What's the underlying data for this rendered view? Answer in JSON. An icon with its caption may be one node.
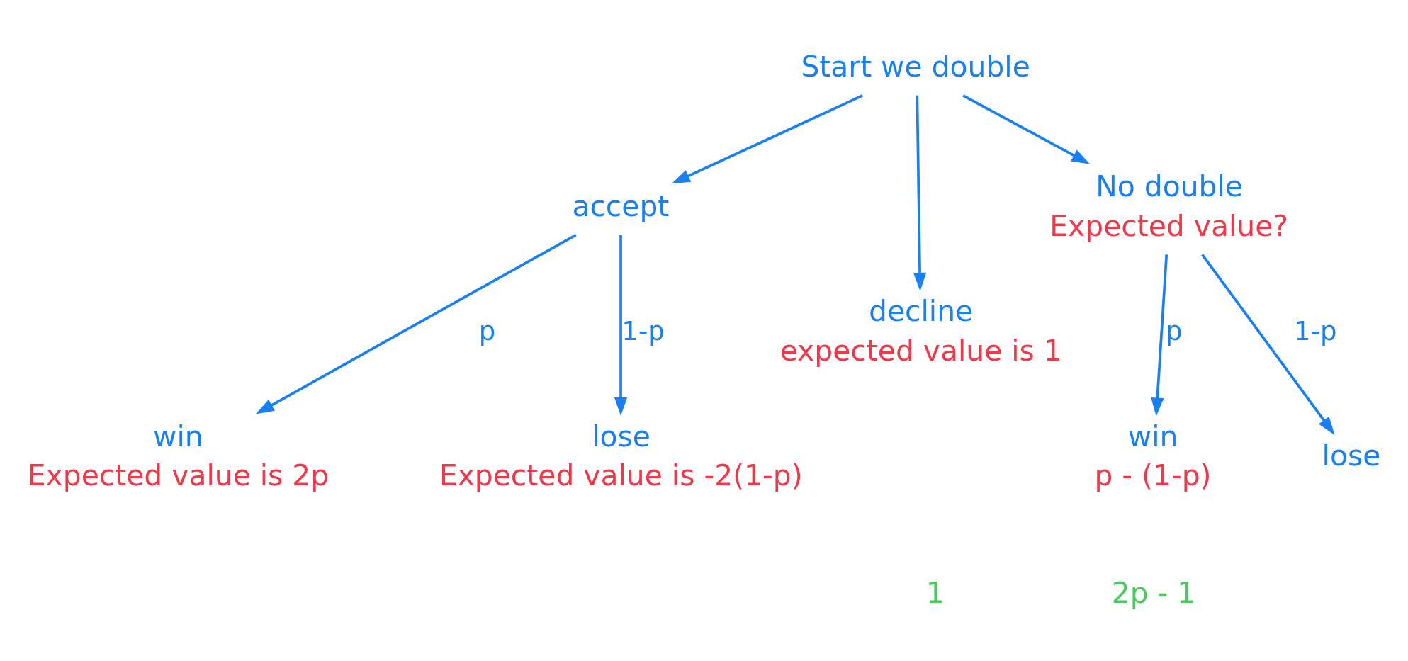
{
  "diagram": {
    "nodes": [
      {
        "text": [
          "Start we double"
        ]
      },
      {
        "text": [
          "accept"
        ]
      },
      {
        "text": [
          "decline"
        ],
        "beside": [
          "expected value is 1"
        ]
      },
      {
        "text": [
          "win"
        ],
        "beside": [
          "Expected value is 2p"
        ]
      },
      {
        "text": [
          "lose"
        ],
        "beside": [
          "Expected value is -2(1-p)"
        ]
      },
      {
        "text": [
          "No double"
        ],
        "beside": [
          "Expected value?"
        ]
      },
      {
        "text": [
          "win"
        ],
        "beside": [
          "p - (1-p)"
        ]
      },
      {
        "text": [
          "lose"
        ]
      }
    ],
    "edges": [
      {
        "from": 0,
        "to": 1,
        "arrow": "to"
      },
      {
        "from": 0,
        "to": 2,
        "arrow": "to"
      },
      {
        "from": 0,
        "to": 5,
        "arrow": "to"
      },
      {
        "from": 1,
        "to": 3,
        "label": "p",
        "arrow": "to"
      },
      {
        "from": 1,
        "to": 4,
        "label": "1-p",
        "arrow": "to"
      },
      {
        "from": 5,
        "to": 6,
        "label": "p",
        "arrow": "to"
      },
      {
        "from": 5,
        "to": 7,
        "label": "1-p",
        "arrow": "to"
      }
    ],
    "labels": [
      "1",
      "2p - 1"
    ]
  }
}
